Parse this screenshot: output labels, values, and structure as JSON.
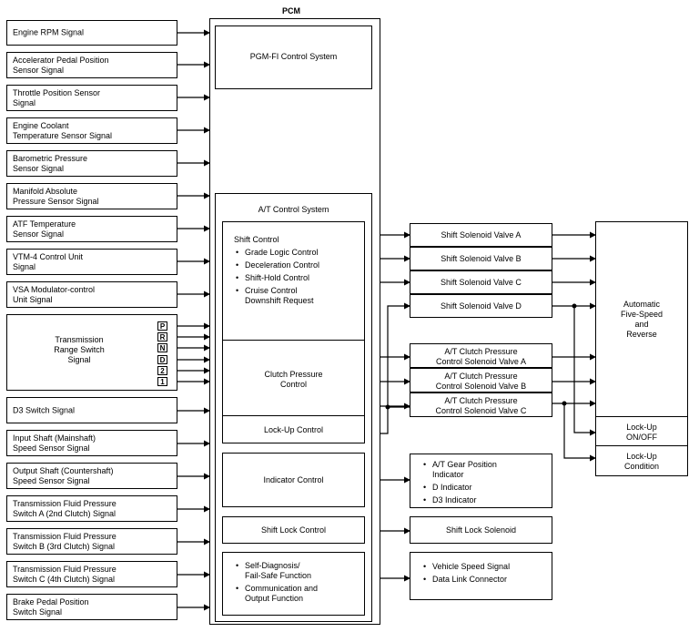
{
  "pcm_label": "PCM",
  "pgm_fi": "PGM-FI Control System",
  "at_control": "A/T Control System",
  "inputs": [
    "Engine RPM Signal",
    "Accelerator Pedal Position\nSensor Signal",
    "Throttle Position Sensor\nSignal",
    "Engine Coolant\nTemperature Sensor Signal",
    "Barometric Pressure\nSensor Signal",
    "Manifold Absolute\nPressure Sensor Signal",
    "ATF Temperature\nSensor Signal",
    "VTM-4 Control Unit\nSignal",
    "VSA Modulator-control\nUnit Signal",
    "Transmission\nRange Switch\nSignal",
    "D3 Switch Signal",
    "Input Shaft (Mainshaft)\nSpeed Sensor Signal",
    "Output Shaft (Countershaft)\nSpeed Sensor Signal",
    "Transmission Fluid Pressure\nSwitch A (2nd Clutch) Signal",
    "Transmission Fluid Pressure\nSwitch B (3rd Clutch) Signal",
    "Transmission Fluid Pressure\nSwitch C (4th Clutch) Signal",
    "Brake Pedal Position\nSwitch Signal"
  ],
  "range_positions": [
    "P",
    "R",
    "N",
    "D",
    "2",
    "1"
  ],
  "shift_control": {
    "title": "Shift Control",
    "items": [
      "Grade Logic Control",
      "Deceleration Control",
      "Shift-Hold Control",
      "Cruise Control\nDownshift Request"
    ]
  },
  "clutch_pressure": "Clutch Pressure\nControl",
  "lockup_control": "Lock-Up Control",
  "indicator_control": "Indicator Control",
  "shift_lock_control": "Shift Lock Control",
  "self_diag": [
    "Self-Diagnosis/\nFail-Safe Function",
    "Communication and\nOutput Function"
  ],
  "outputs": {
    "ssa": "Shift Solenoid Valve A",
    "ssb": "Shift Solenoid Valve B",
    "ssc": "Shift Solenoid Valve C",
    "ssd": "Shift Solenoid Valve D",
    "cpa": "A/T Clutch Pressure\nControl Solenoid Valve A",
    "cpb": "A/T Clutch Pressure\nControl Solenoid Valve B",
    "cpc": "A/T Clutch Pressure\nControl Solenoid Valve C",
    "indicators": [
      "A/T Gear Position\nIndicator",
      "D Indicator",
      "D3 Indicator"
    ],
    "shift_lock_solenoid": "Shift Lock Solenoid",
    "comm": [
      "Vehicle Speed Signal",
      "Data Link Connector"
    ]
  },
  "transmission": "Automatic\nFive-Speed\nand\nReverse",
  "lockup_onoff": "Lock-Up\nON/OFF",
  "lockup_condition": "Lock-Up\nCondition"
}
